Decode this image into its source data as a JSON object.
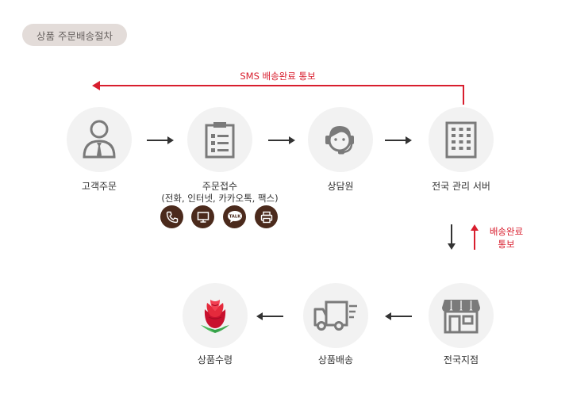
{
  "header": {
    "title": "상품 주문배송절차"
  },
  "steps": {
    "customer_order": "고객주문",
    "order_receipt": "주문접수",
    "order_channels": "(전화, 인터넷, 카카오톡, 팩스)",
    "counselor": "상담원",
    "server": "전국 관리 서버",
    "branch": "전국지점",
    "delivery": "상품배송",
    "receive": "상품수령"
  },
  "notices": {
    "sms": "SMS 배송완료 통보",
    "delivery_done_line1": "배송완료",
    "delivery_done_line2": "통보"
  },
  "icons": {
    "customer": "customer-icon",
    "clipboard": "clipboard-icon",
    "headset": "headset-icon",
    "building": "building-icon",
    "store": "store-icon",
    "truck": "truck-icon",
    "rose": "rose-icon",
    "phone": "phone-icon",
    "monitor": "monitor-icon",
    "talk": "talk-icon",
    "fax": "fax-icon",
    "talk_text": "TALK"
  },
  "colors": {
    "accent_red": "#d81e2e",
    "icon_gray": "#7a7a7a",
    "channel_brown": "#4b2a1c",
    "circle_bg": "#f2f2f2",
    "pill_bg": "#e3dcd9"
  }
}
